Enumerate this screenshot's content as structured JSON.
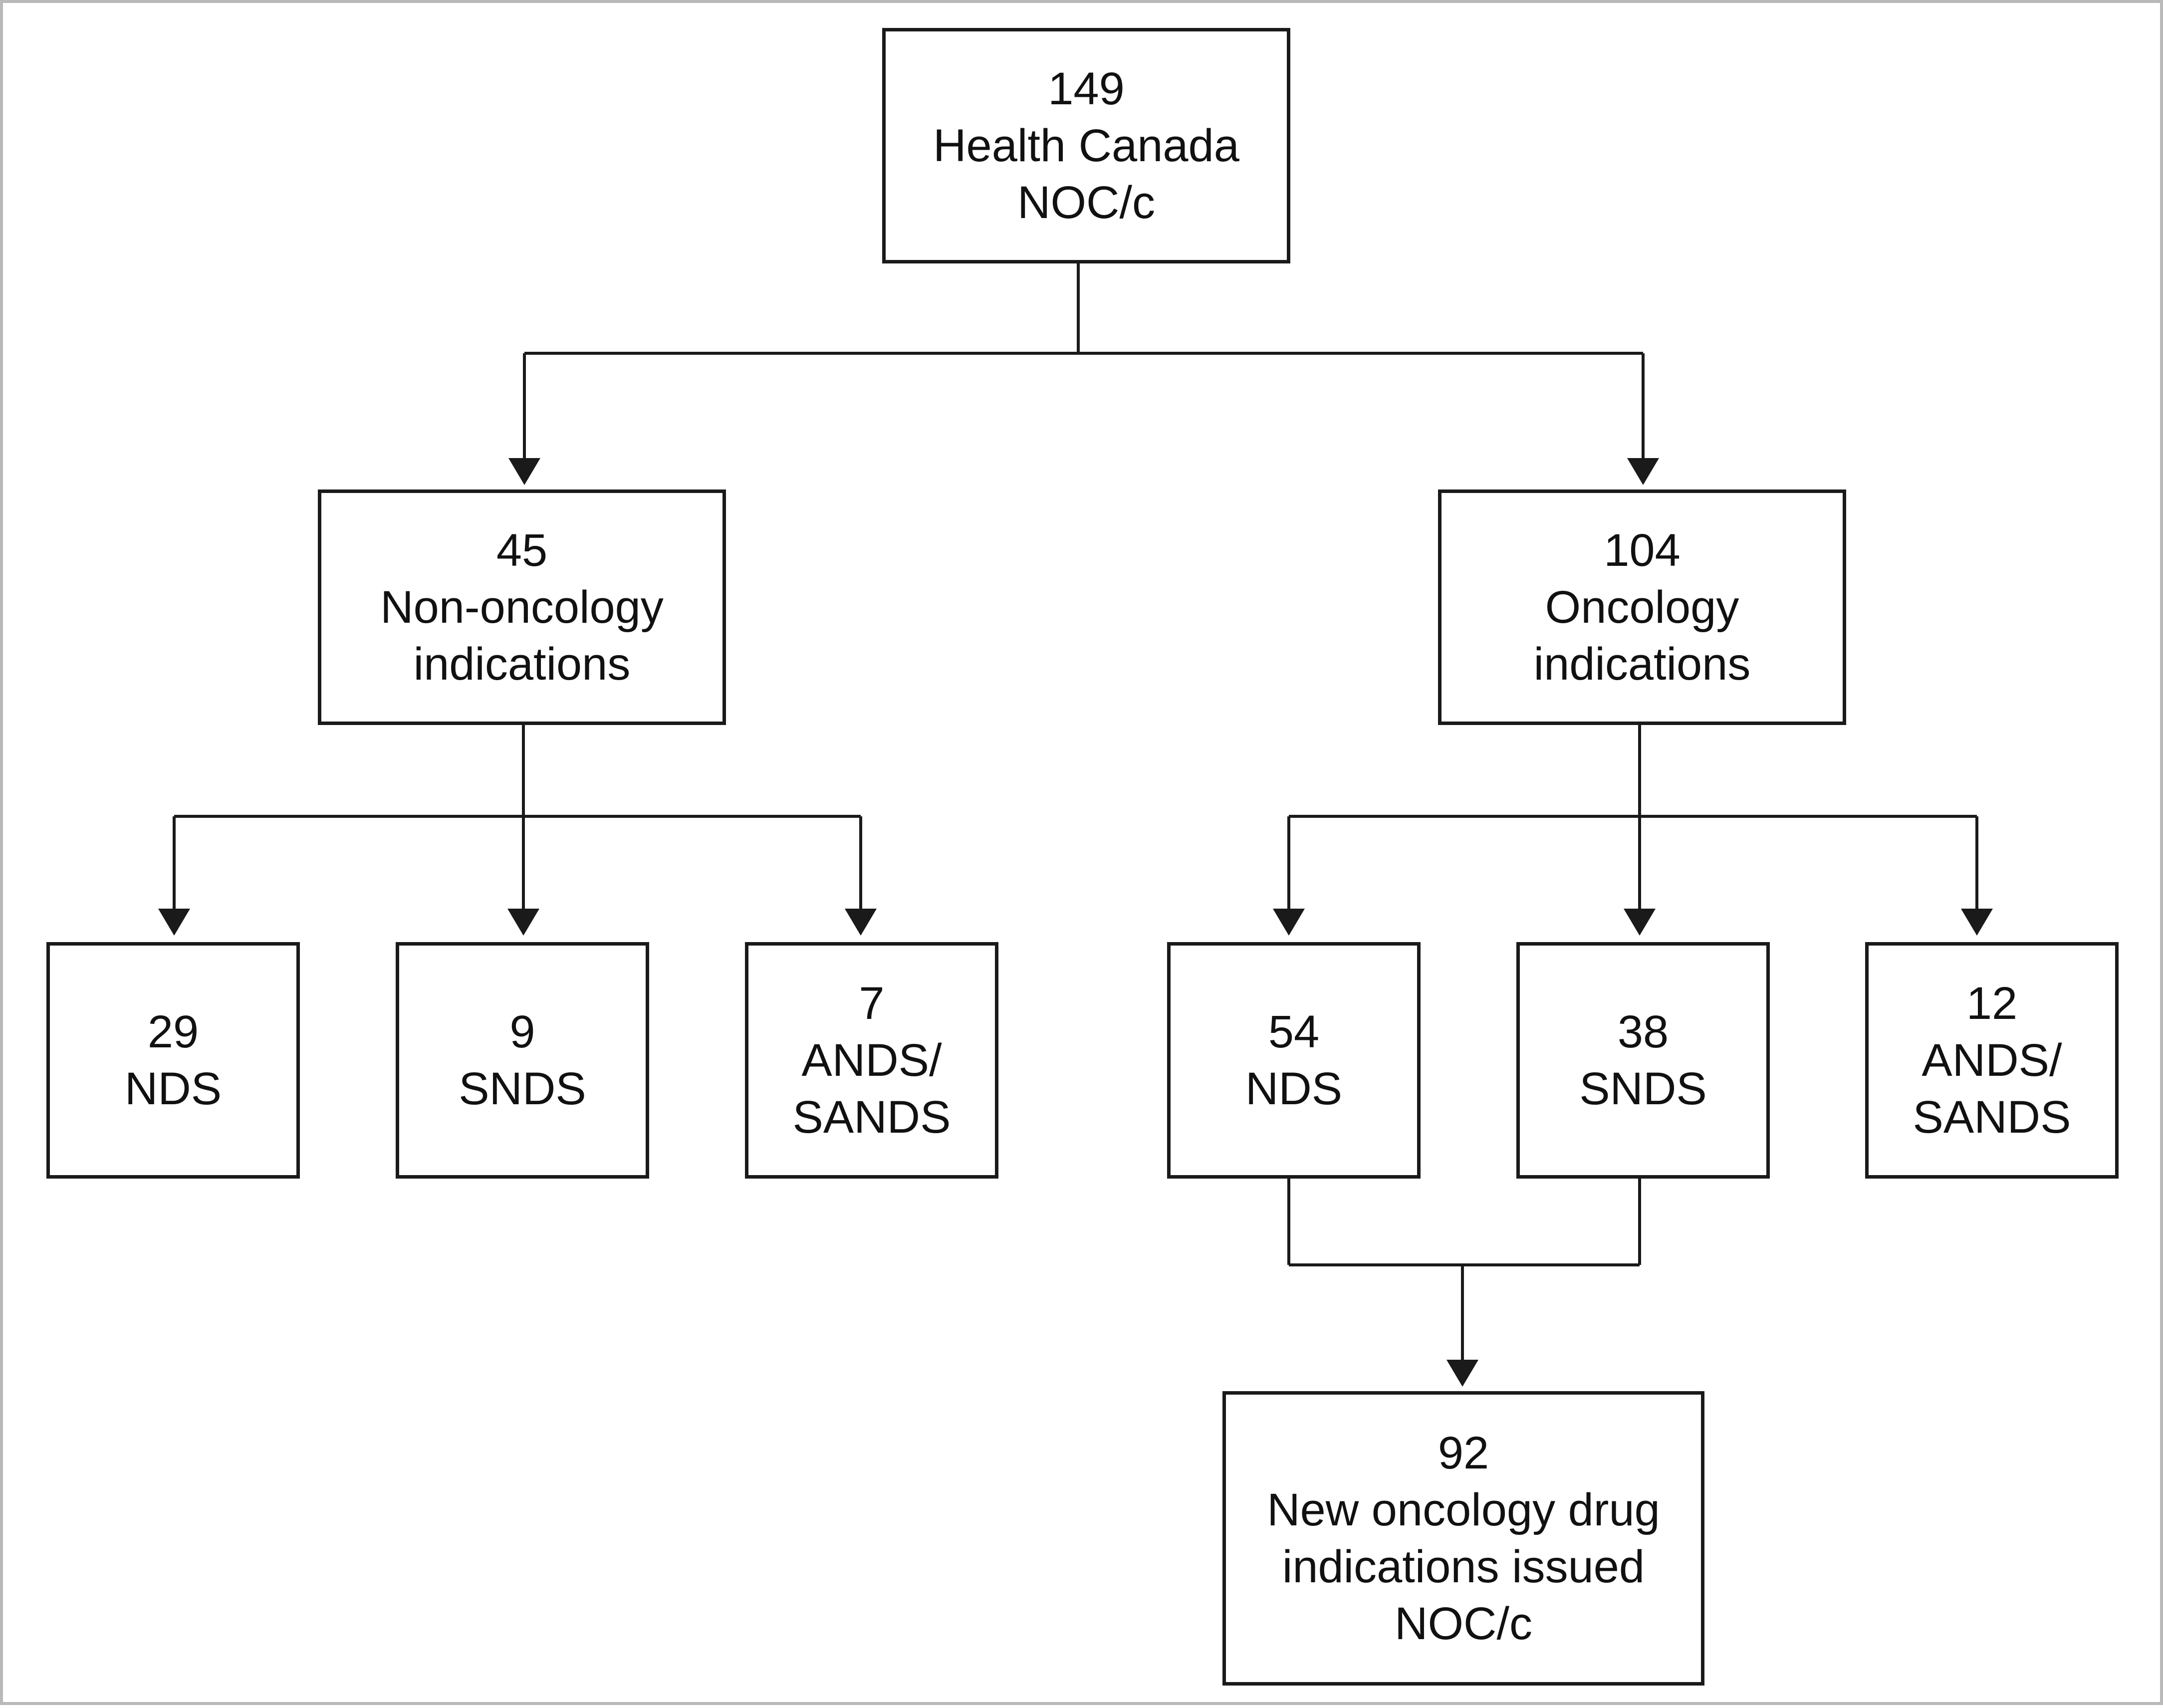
{
  "root": {
    "count": "149",
    "lines": [
      "Health Canada",
      "NOC/c"
    ]
  },
  "non_oncology": {
    "count": "45",
    "lines": [
      "Non-oncology",
      "indications"
    ]
  },
  "oncology": {
    "count": "104",
    "lines": [
      "Oncology",
      "indications"
    ]
  },
  "non_onc_nds": {
    "count": "29",
    "lines": [
      "NDS"
    ]
  },
  "non_onc_snds": {
    "count": "9",
    "lines": [
      "SNDS"
    ]
  },
  "non_onc_ands": {
    "count": "7",
    "lines": [
      "ANDS/",
      "SANDS"
    ]
  },
  "onc_nds": {
    "count": "54",
    "lines": [
      "NDS"
    ]
  },
  "onc_snds": {
    "count": "38",
    "lines": [
      "SNDS"
    ]
  },
  "onc_ands": {
    "count": "12",
    "lines": [
      "ANDS/",
      "SANDS"
    ]
  },
  "new_onc": {
    "count": "92",
    "lines": [
      "New oncology drug",
      "indications issued",
      "NOC/c"
    ]
  }
}
